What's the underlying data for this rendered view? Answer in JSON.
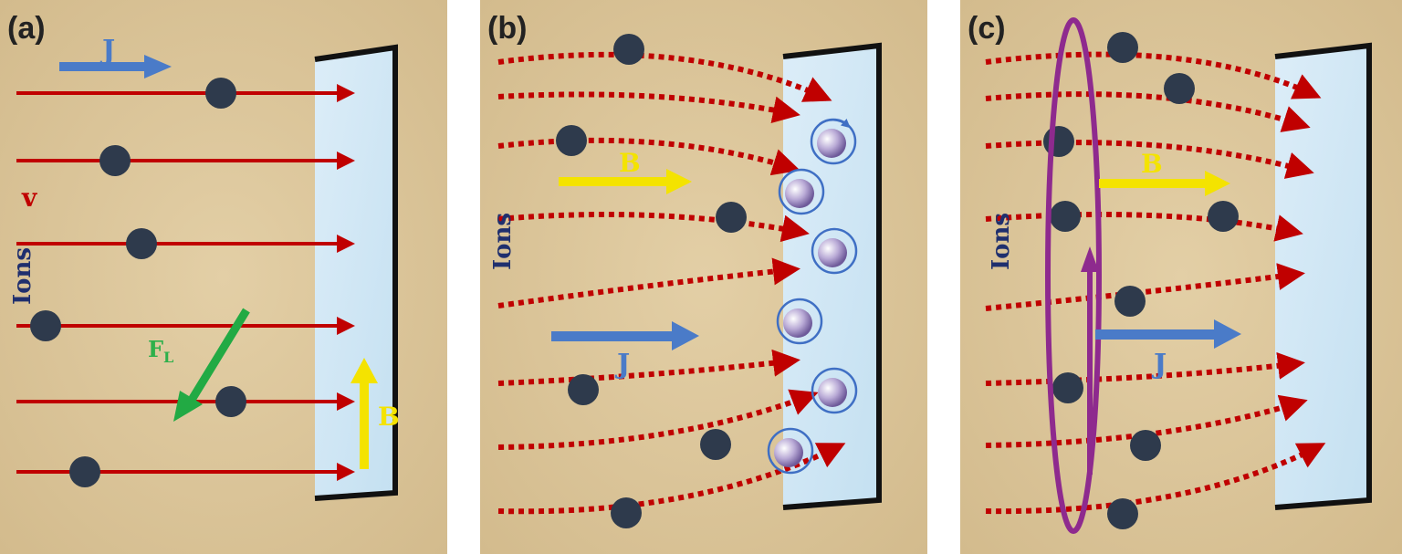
{
  "panels": [
    {
      "id": "a",
      "label": "(a)"
    },
    {
      "id": "b",
      "label": "(b)"
    },
    {
      "id": "c",
      "label": "(c)"
    }
  ],
  "labels": {
    "current": "J",
    "field": "B",
    "velocity": "v",
    "lorentz_force_main": "F",
    "lorentz_force_sub": "L",
    "ions": "Ions"
  },
  "colors": {
    "background": "#d9c49c",
    "ion_trajectory": "#c00000",
    "ion": "#2e3a4c",
    "wall": "#cfe6f3",
    "current_arrow": "#4a7bc8",
    "field_arrow": "#f4e300",
    "force_arrow": "#22aa44",
    "loop": "#8e2a8e"
  }
}
